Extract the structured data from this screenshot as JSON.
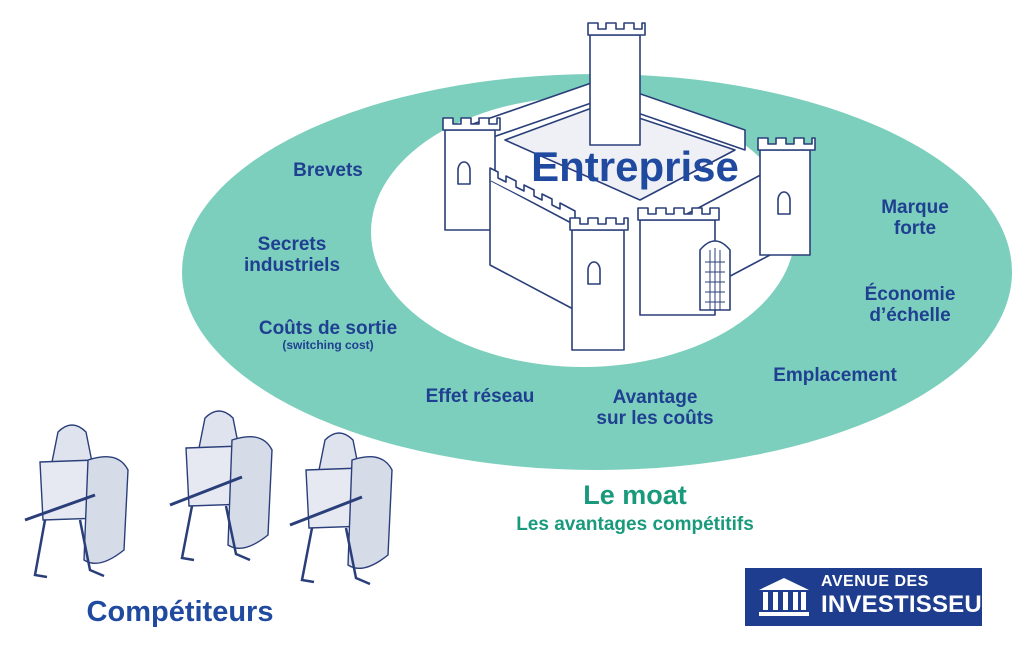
{
  "company": {
    "label": "Entreprise"
  },
  "advantages": {
    "brevets": "Brevets",
    "secrets": "Secrets\nindustriels",
    "couts_sortie": "Coûts de sortie",
    "switching_cost": "(switching cost)",
    "effet_reseau": "Effet réseau",
    "avantage_couts": "Avantage\nsur les coûts",
    "emplacement": "Emplacement",
    "economie_echelle": "Économie\nd’échelle",
    "marque_forte": "Marque\nforte"
  },
  "moat": {
    "title": "Le moat",
    "subtitle": "Les avantages compétitifs"
  },
  "competitors": {
    "label": "Compétiteurs"
  },
  "logo": {
    "line1": "AVENUE DES",
    "line2": "INVESTISSEURS"
  },
  "colors": {
    "moat": "#7ccfbd",
    "navy": "#1f3f91",
    "moat_text": "#1a9a7c",
    "logo_bg": "#1e3d8f"
  }
}
